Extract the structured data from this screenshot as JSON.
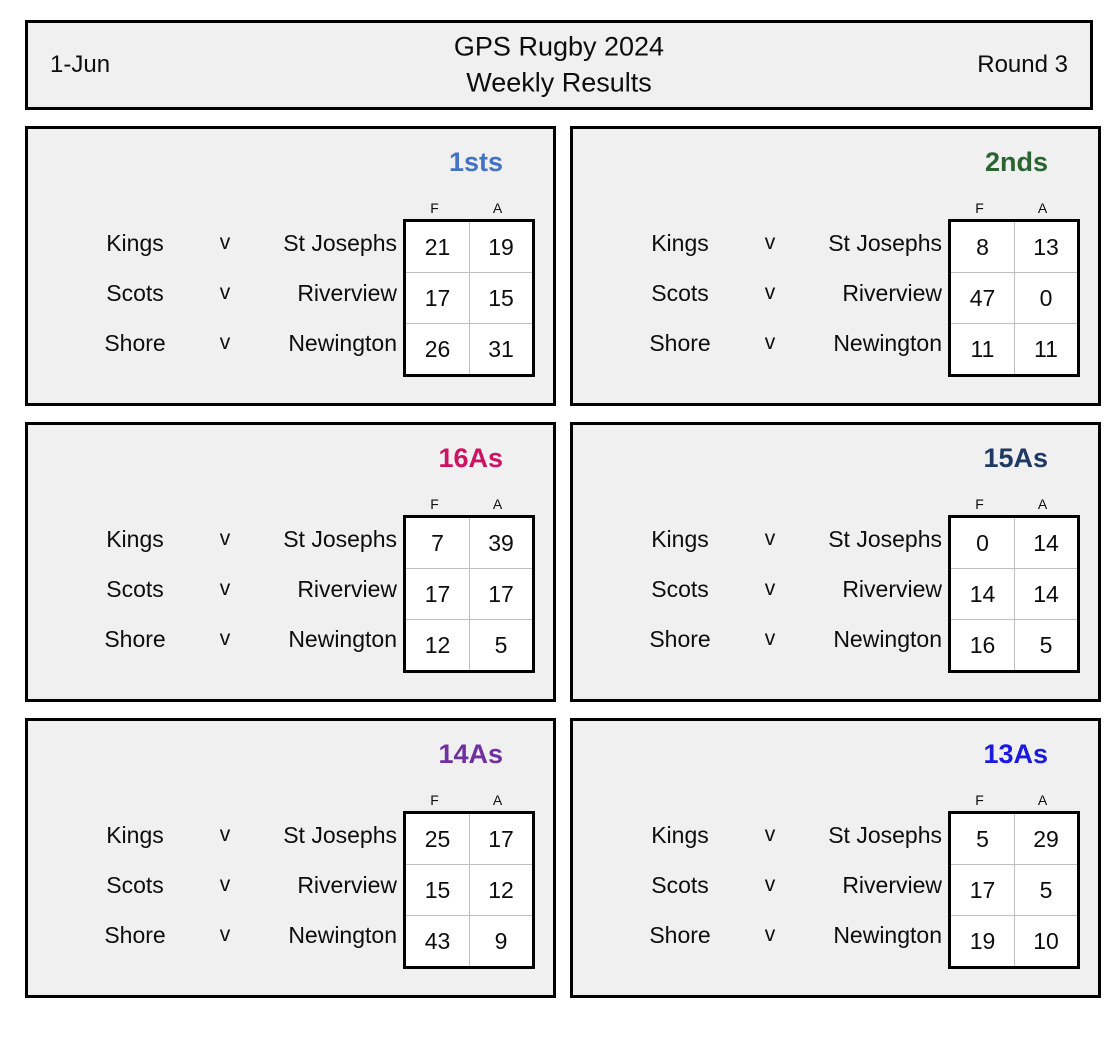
{
  "header": {
    "date": "1-Jun",
    "title": "GPS Rugby 2024",
    "subtitle": "Weekly Results",
    "round": "Round 3"
  },
  "table_headers": {
    "for": "F",
    "against": "A"
  },
  "vs_label": "v",
  "grades": [
    {
      "name": "1sts",
      "color": "#4472C4",
      "matches": [
        {
          "home": "Kings",
          "away": "St Josephs",
          "f": "21",
          "a": "19"
        },
        {
          "home": "Scots",
          "away": "Riverview",
          "f": "17",
          "a": "15"
        },
        {
          "home": "Shore",
          "away": "Newington",
          "f": "26",
          "a": "31"
        }
      ]
    },
    {
      "name": "2nds",
      "color": "#2A6431",
      "matches": [
        {
          "home": "Kings",
          "away": "St Josephs",
          "f": "8",
          "a": "13"
        },
        {
          "home": "Scots",
          "away": "Riverview",
          "f": "47",
          "a": "0"
        },
        {
          "home": "Shore",
          "away": "Newington",
          "f": "11",
          "a": "11"
        }
      ]
    },
    {
      "name": "16As",
      "color": "#CE1263",
      "matches": [
        {
          "home": "Kings",
          "away": "St Josephs",
          "f": "7",
          "a": "39"
        },
        {
          "home": "Scots",
          "away": "Riverview",
          "f": "17",
          "a": "17"
        },
        {
          "home": "Shore",
          "away": "Newington",
          "f": "12",
          "a": "5"
        }
      ]
    },
    {
      "name": "15As",
      "color": "#1F3864",
      "matches": [
        {
          "home": "Kings",
          "away": "St Josephs",
          "f": "0",
          "a": "14"
        },
        {
          "home": "Scots",
          "away": "Riverview",
          "f": "14",
          "a": "14"
        },
        {
          "home": "Shore",
          "away": "Newington",
          "f": "16",
          "a": "5"
        }
      ]
    },
    {
      "name": "14As",
      "color": "#7030A0",
      "matches": [
        {
          "home": "Kings",
          "away": "St Josephs",
          "f": "25",
          "a": "17"
        },
        {
          "home": "Scots",
          "away": "Riverview",
          "f": "15",
          "a": "12"
        },
        {
          "home": "Shore",
          "away": "Newington",
          "f": "43",
          "a": "9"
        }
      ]
    },
    {
      "name": "13As",
      "color": "#1A1AE0",
      "matches": [
        {
          "home": "Kings",
          "away": "St Josephs",
          "f": "5",
          "a": "29"
        },
        {
          "home": "Scots",
          "away": "Riverview",
          "f": "17",
          "a": "5"
        },
        {
          "home": "Shore",
          "away": "Newington",
          "f": "19",
          "a": "10"
        }
      ]
    }
  ]
}
